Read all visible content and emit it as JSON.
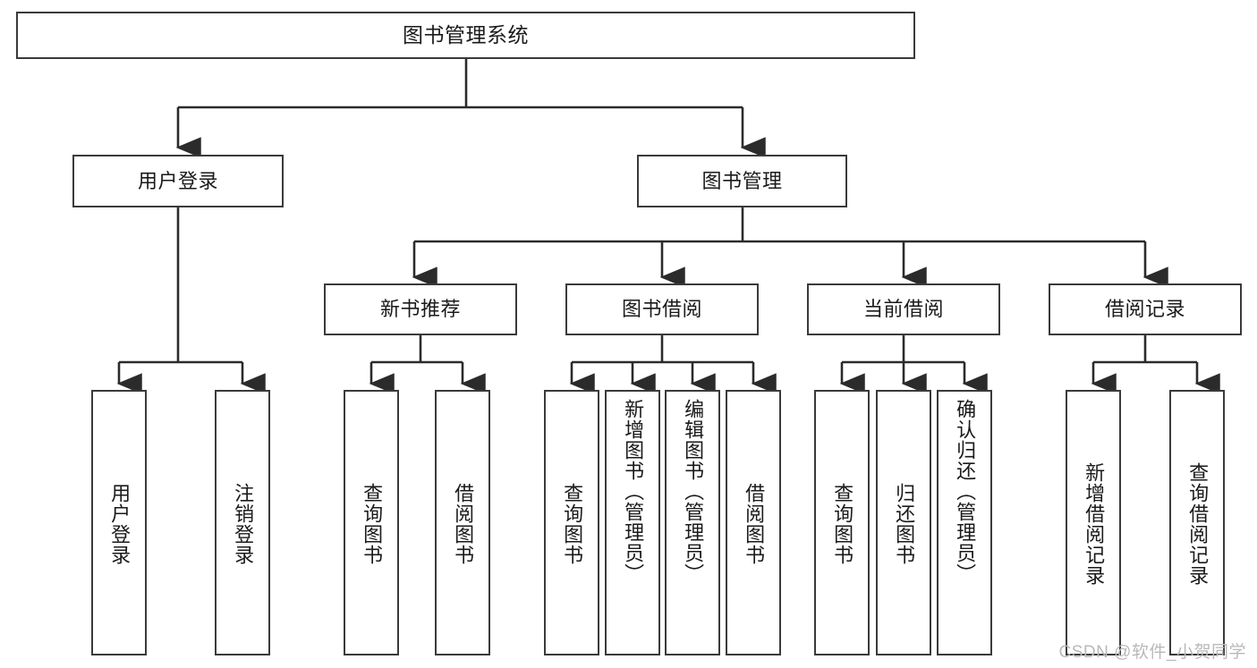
{
  "diagram": {
    "title": "图书管理系统",
    "type": "tree",
    "stroke_color": "#3a3a3a",
    "text_color": "#1a1a1a",
    "background": "#ffffff",
    "root": {
      "id": "root",
      "label": "图书管理系统"
    },
    "level1": [
      {
        "id": "user-login",
        "label": "用户登录"
      },
      {
        "id": "book-manage",
        "label": "图书管理"
      }
    ],
    "level2": [
      {
        "id": "new-book-recommend",
        "label": "新书推荐"
      },
      {
        "id": "book-borrow",
        "label": "图书借阅"
      },
      {
        "id": "current-borrow",
        "label": "当前借阅"
      },
      {
        "id": "borrow-record",
        "label": "借阅记录"
      }
    ],
    "leaves": {
      "user_login": [
        {
          "id": "leaf-user-login",
          "label": "用户登录"
        },
        {
          "id": "leaf-logout-login",
          "label": "注销登录"
        }
      ],
      "new_book_recommend": [
        {
          "id": "leaf-query-book-1",
          "label": "查询图书"
        },
        {
          "id": "leaf-borrow-book-1",
          "label": "借阅图书"
        }
      ],
      "book_borrow": [
        {
          "id": "leaf-query-book-2",
          "label": "查询图书"
        },
        {
          "id": "leaf-add-book",
          "label": "新增图书（管理员）"
        },
        {
          "id": "leaf-edit-book",
          "label": "编辑图书（管理员）"
        },
        {
          "id": "leaf-borrow-book-2",
          "label": "借阅图书"
        }
      ],
      "current_borrow": [
        {
          "id": "leaf-query-book-3",
          "label": "查询图书"
        },
        {
          "id": "leaf-return-book",
          "label": "归还图书"
        },
        {
          "id": "leaf-confirm-return",
          "label": "确认归还（管理员）"
        }
      ],
      "borrow_record": [
        {
          "id": "leaf-add-borrow-record",
          "label": "新增借阅记录"
        },
        {
          "id": "leaf-query-borrow-record",
          "label": "查询借阅记录"
        }
      ]
    }
  },
  "watermark": {
    "text": "CSDN @软件_小贺同学",
    "color": "#b9b9b9"
  }
}
